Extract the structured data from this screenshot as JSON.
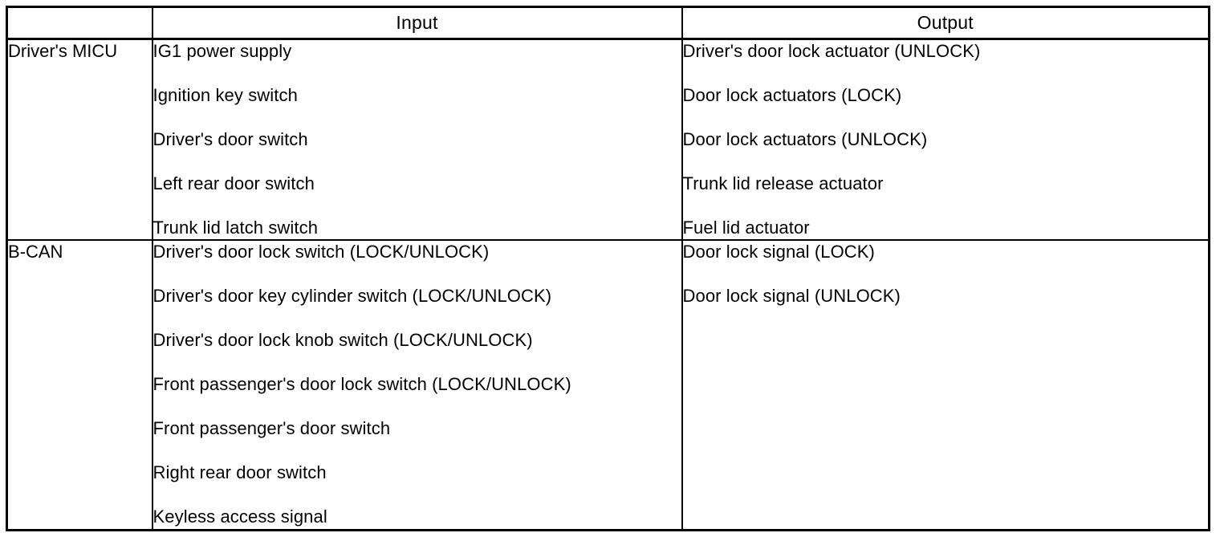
{
  "table": {
    "headers": {
      "system": "",
      "input": "Input",
      "output": "Output"
    },
    "rows": [
      {
        "system": "Driver's MICU",
        "input": [
          "IG1 power supply",
          "Ignition key switch",
          "Driver's door switch",
          "Left rear door switch",
          "Trunk lid latch switch"
        ],
        "output": [
          "Driver's door lock actuator (UNLOCK)",
          "Door lock actuators (LOCK)",
          "Door lock actuators (UNLOCK)",
          "Trunk lid release actuator",
          "Fuel lid actuator"
        ]
      },
      {
        "system": "B-CAN",
        "input": [
          "Driver's door lock switch (LOCK/UNLOCK)",
          "Driver's door key cylinder switch (LOCK/UNLOCK)",
          "Driver's door lock knob switch (LOCK/UNLOCK)",
          "Front passenger's door lock switch (LOCK/UNLOCK)",
          "Front passenger's door switch",
          "Right rear door switch",
          "Keyless access signal"
        ],
        "output": [
          "Door lock signal (LOCK)",
          "Door lock signal (UNLOCK)"
        ]
      }
    ],
    "colors": {
      "border": "#000000",
      "text": "#000000",
      "background": "#ffffff"
    }
  }
}
